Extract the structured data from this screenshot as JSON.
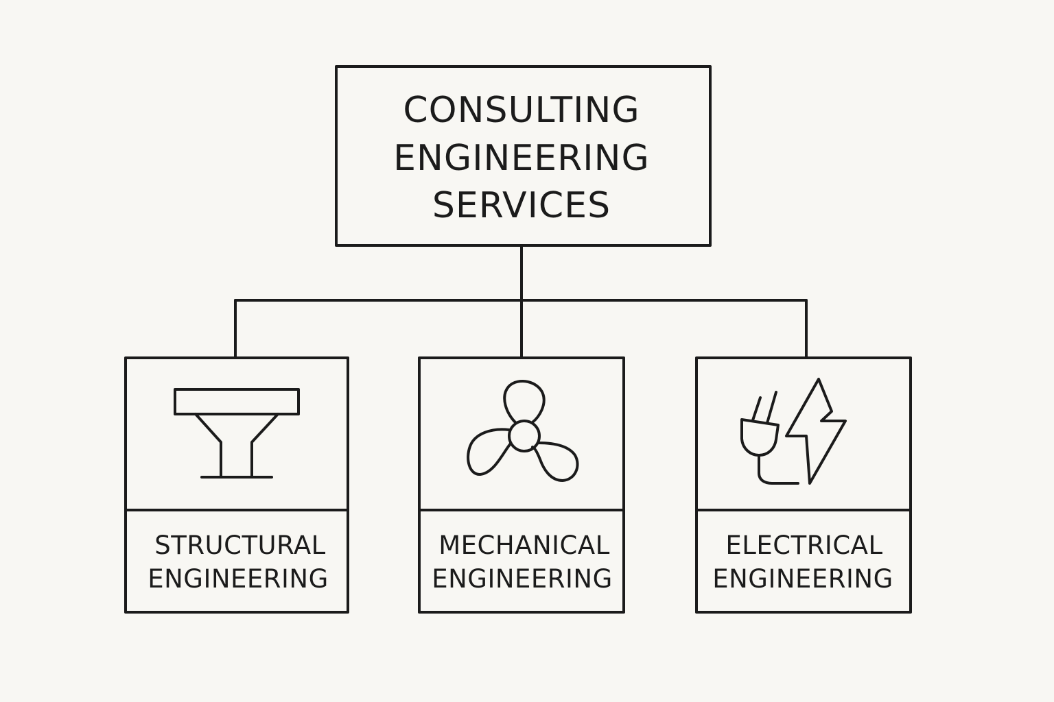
{
  "diagram": {
    "root": {
      "lines": [
        "CONSULTING",
        "ENGINEERING",
        "SERVICES"
      ]
    },
    "children": [
      {
        "id": "structural",
        "icon": "structural-beam-icon",
        "lines": [
          "STRUCTURAL",
          "ENGINEERING"
        ]
      },
      {
        "id": "mechanical",
        "icon": "fan-icon",
        "lines": [
          "MECHANICAL",
          "ENGINEERING"
        ]
      },
      {
        "id": "electrical",
        "icon": "plug-lightning-icon",
        "lines": [
          "ELECTRICAL",
          "ENGINEERING"
        ]
      }
    ],
    "colors": {
      "background": "#f8f7f3",
      "ink": "#1b1b1b"
    }
  }
}
